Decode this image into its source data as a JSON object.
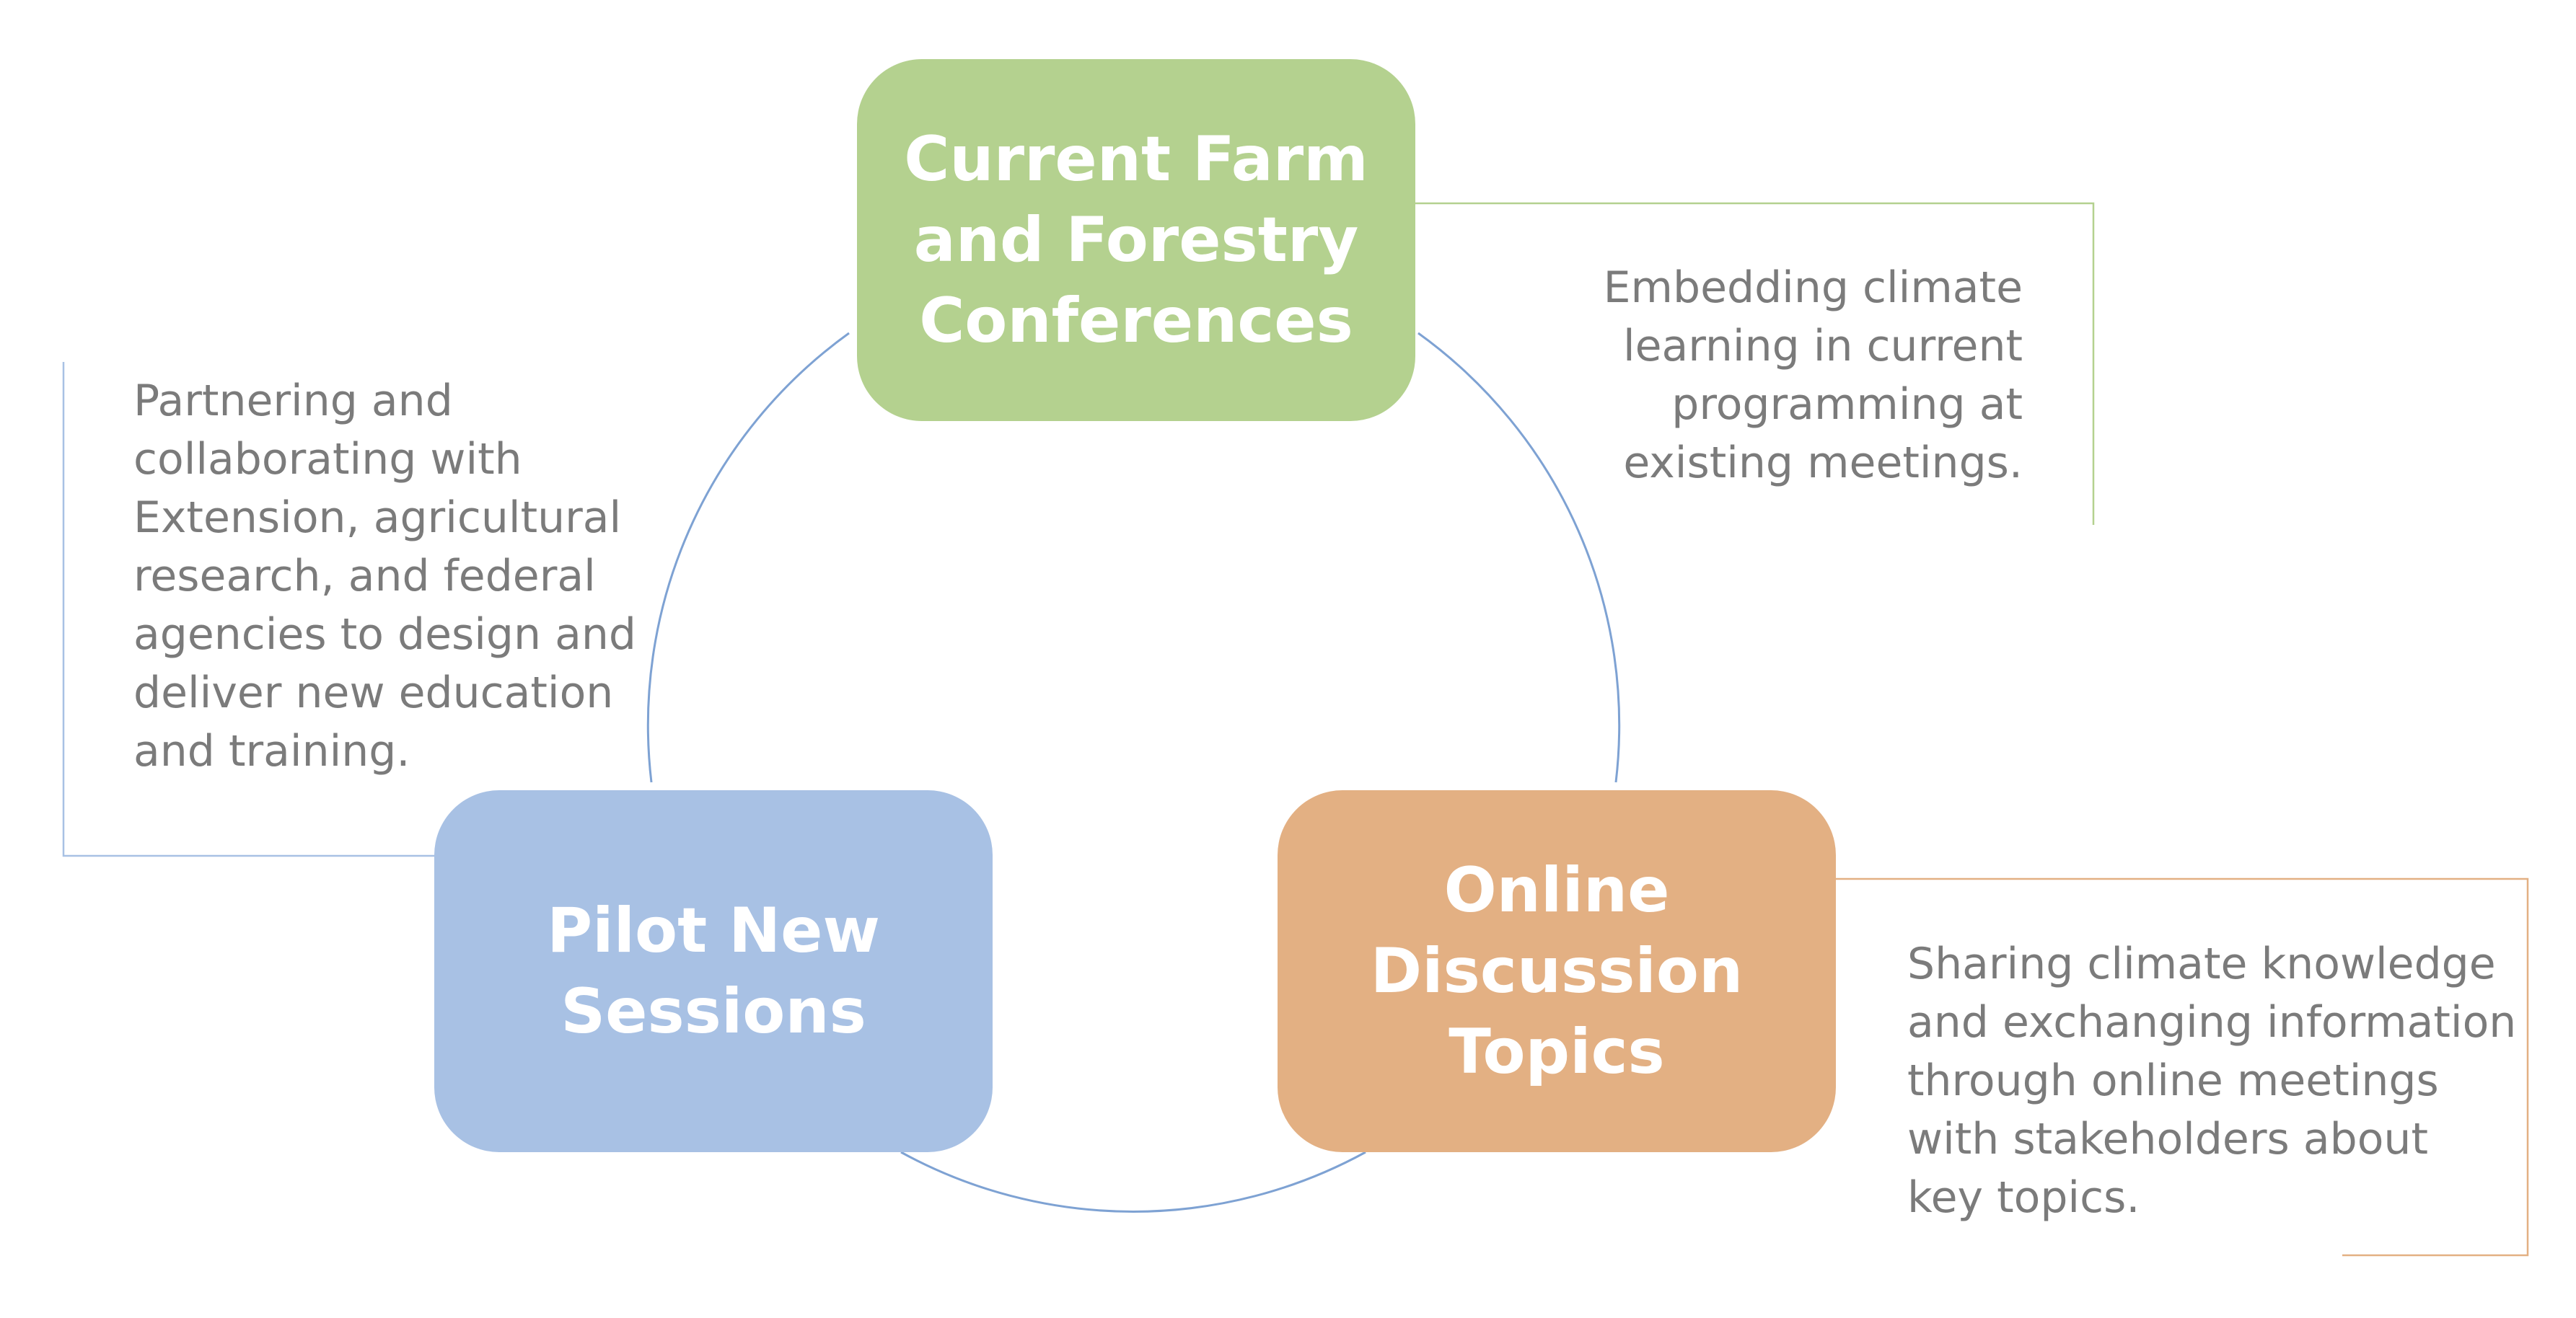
{
  "diagram": {
    "colors": {
      "farm": "#b4d18f",
      "pilot": "#a8c1e4",
      "online": "#e3b083",
      "cycle_ring": "#7ea2d3",
      "text_gray": "#7b7b7b"
    },
    "nodes": {
      "farm": {
        "label": "Current Farm\nand Forestry\nConferences",
        "description": "Embedding climate\nlearning in current\nprogramming at\nexisting meetings."
      },
      "pilot": {
        "label": "Pilot New\nSessions",
        "description": "Partnering and\ncollaborating with\nExtension, agricultural\nresearch, and federal\nagencies to design and\ndeliver new education\nand training."
      },
      "online": {
        "label": "Online\nDiscussion\nTopics",
        "description": "Sharing climate knowledge\nand exchanging information\nthrough online meetings\nwith stakeholders about\nkey topics."
      }
    }
  }
}
